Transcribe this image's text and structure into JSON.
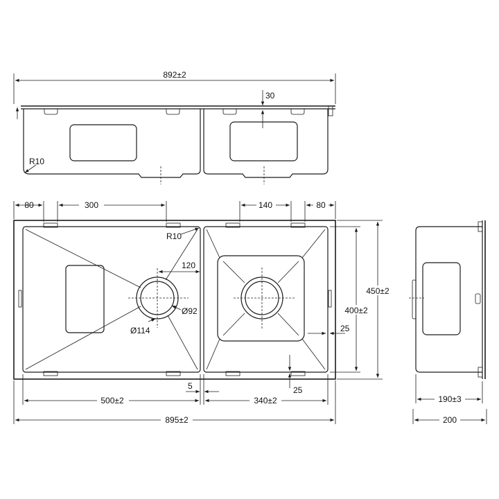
{
  "dimensions": {
    "top_width": "892±2",
    "top_depth": "30",
    "top_radius": "R10",
    "left_flange": "80",
    "left_clip_spacing": "300",
    "right_clip_spacing": "140",
    "right_flange": "80",
    "inner_radius": "R10",
    "offset_120": "120",
    "waste_92": "Ø92",
    "waste_114": "Ø114",
    "overall_height": "450±2",
    "bowl_height": "400±2",
    "wall_25_right": "25",
    "wall_25_bottom": "25",
    "divider_5": "5",
    "left_bowl_width": "500±2",
    "right_bowl_width": "340±2",
    "overall_width": "895±2",
    "side_inner": "190±3",
    "side_outer": "200"
  }
}
